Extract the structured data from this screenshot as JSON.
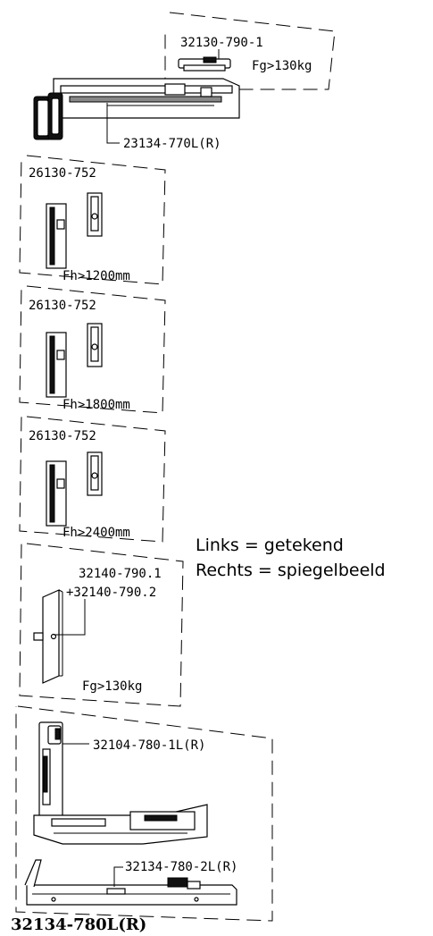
{
  "parts": {
    "top_small": {
      "code": "32130-790-1",
      "condition": "Fg>130kg"
    },
    "top_arm": {
      "code": "23134-770L(R)"
    },
    "hinge_set_1": {
      "code": "26130-752",
      "condition": "Fh>1200mm"
    },
    "hinge_set_2": {
      "code": "26130-752",
      "condition": "Fh>1800mm"
    },
    "hinge_set_3": {
      "code": "26130-752",
      "condition": "Fh>2400mm"
    },
    "plate": {
      "code_line1": "32140-790.1",
      "code_line2": "+32140-790.2",
      "condition": "Fg>130kg"
    },
    "bottom_hinge": {
      "code": "32104-780-1L(R)"
    },
    "bottom_rail": {
      "code": "32134-780-2L(R)"
    },
    "bottom_assembly": {
      "code": "32134-780L(R)"
    }
  },
  "notes": {
    "line1": "Links = getekend",
    "line2": "Rechts = spiegelbeeld"
  }
}
